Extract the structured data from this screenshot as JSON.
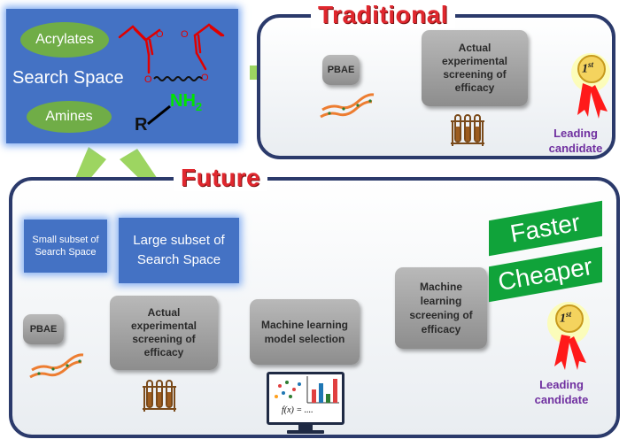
{
  "search_space": {
    "acrylates_label": "Acrylates",
    "amines_label": "Amines",
    "title": "Search Space",
    "amine_group": "NH",
    "amine_subscript": "2",
    "r_group": "R",
    "oxygen": "O"
  },
  "traditional": {
    "title": "Traditional",
    "pbae_label": "PBAE",
    "screening_label": "Actual experimental screening of efficacy",
    "badge_text": "1",
    "badge_suffix": "st",
    "leading_line1": "Leading",
    "leading_line2": "candidate"
  },
  "future": {
    "title": "Future",
    "small_subset_label": "Small subset of Search Space",
    "large_subset_label": "Large subset of Search Space",
    "pbae_label": "PBAE",
    "screening_label": "Actual experimental screening of efficacy",
    "ml_selection_label": "Machine learning model selection",
    "ml_screening_label": "Machine learning screening of efficacy",
    "formula_text": "f(x) = ....",
    "faster_label": "Faster",
    "cheaper_label": "Cheaper",
    "badge_text": "1",
    "badge_suffix": "st",
    "leading_line1": "Leading",
    "leading_line2": "candidate"
  },
  "colors": {
    "arrow": "#92d050",
    "panel_border": "#2b3a6b",
    "title_red": "#e0272e",
    "blue_box": "#4472c4",
    "green_ellipse": "#70ad47",
    "purple_text": "#7030a0",
    "banner_green": "#10a33a"
  }
}
